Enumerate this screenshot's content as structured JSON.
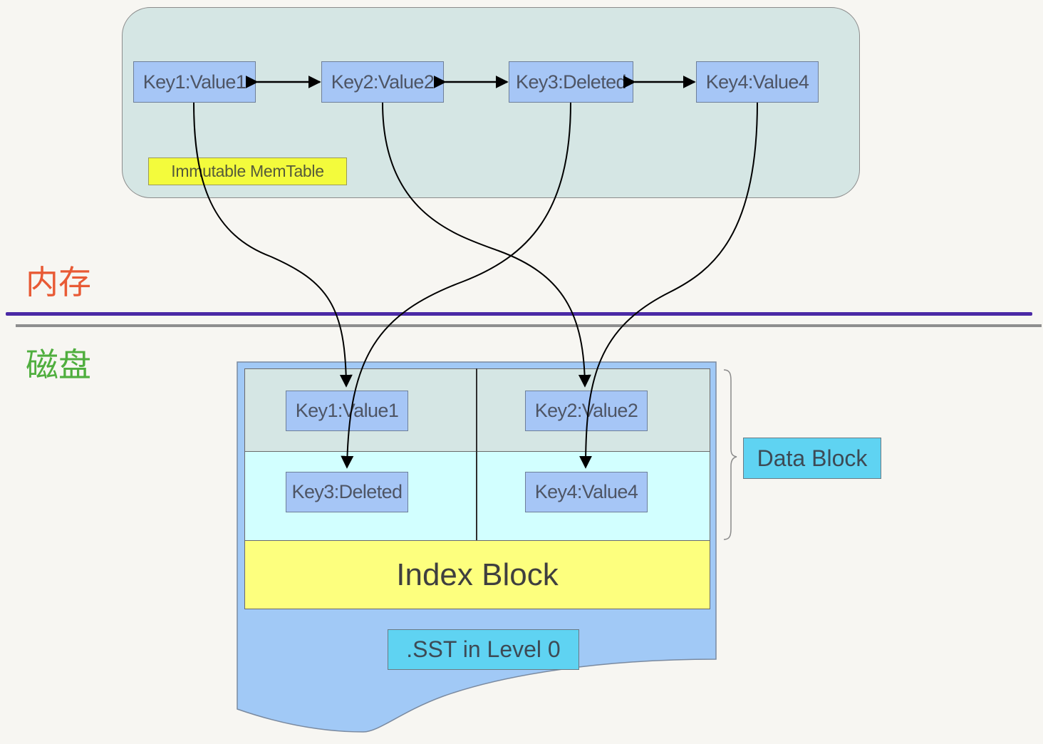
{
  "memtable": {
    "label": "Immutable MemTable",
    "entries": [
      {
        "text": "Key1:Value1"
      },
      {
        "text": "Key2:Value2"
      },
      {
        "text": "Key3:Deleted"
      },
      {
        "text": "Key4:Value4"
      }
    ]
  },
  "regions": {
    "memory": "内存",
    "disk": "磁盘"
  },
  "sst": {
    "label": ".SST in Level 0",
    "index_block": "Index Block",
    "data_block_label": "Data Block",
    "entries": [
      {
        "text": "Key1:Value1"
      },
      {
        "text": "Key2:Value2"
      },
      {
        "text": "Key3:Deleted"
      },
      {
        "text": "Key4:Value4"
      }
    ]
  },
  "colors": {
    "memory_label": "#e85a35",
    "disk_label": "#4fae3e",
    "memory_divider": "#4b2aa6",
    "entry_box": "#a6c6f6",
    "index_block": "#fdff7e",
    "label_box": "#5fd3f2"
  }
}
